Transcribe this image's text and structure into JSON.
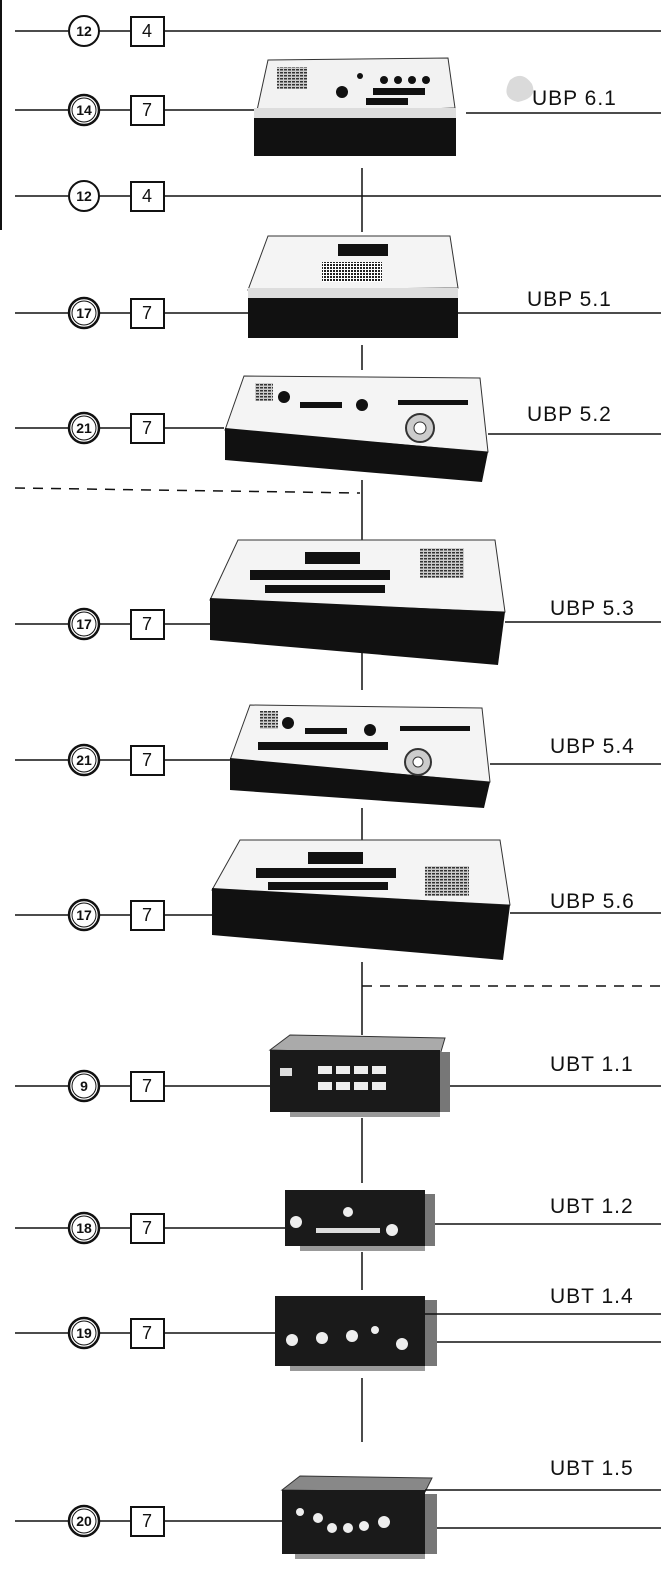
{
  "rows": [
    {
      "id": "r1",
      "circle": "12",
      "box": "4",
      "label": ""
    },
    {
      "id": "r2",
      "circle": "14",
      "box": "7",
      "label": "UBP 6.1"
    },
    {
      "id": "r3",
      "circle": "12",
      "box": "4",
      "label": ""
    },
    {
      "id": "r4",
      "circle": "17",
      "box": "7",
      "label": "UBP 5.1"
    },
    {
      "id": "r5",
      "circle": "21",
      "box": "7",
      "label": "UBP 5.2"
    },
    {
      "id": "r6",
      "circle": "17",
      "box": "7",
      "label": "UBP 5.3"
    },
    {
      "id": "r7",
      "circle": "21",
      "box": "7",
      "label": "UBP 5.4"
    },
    {
      "id": "r8",
      "circle": "17",
      "box": "7",
      "label": "UBP 5.6"
    },
    {
      "id": "r9",
      "circle": "9",
      "box": "7",
      "label": "UBT 1.1"
    },
    {
      "id": "r10",
      "circle": "18",
      "box": "7",
      "label": "UBT 1.2"
    },
    {
      "id": "r11",
      "circle": "19",
      "box": "7",
      "label": "UBT 1.4"
    },
    {
      "id": "r12",
      "circle": "20",
      "box": "7",
      "label": "UBT 1.5"
    }
  ]
}
